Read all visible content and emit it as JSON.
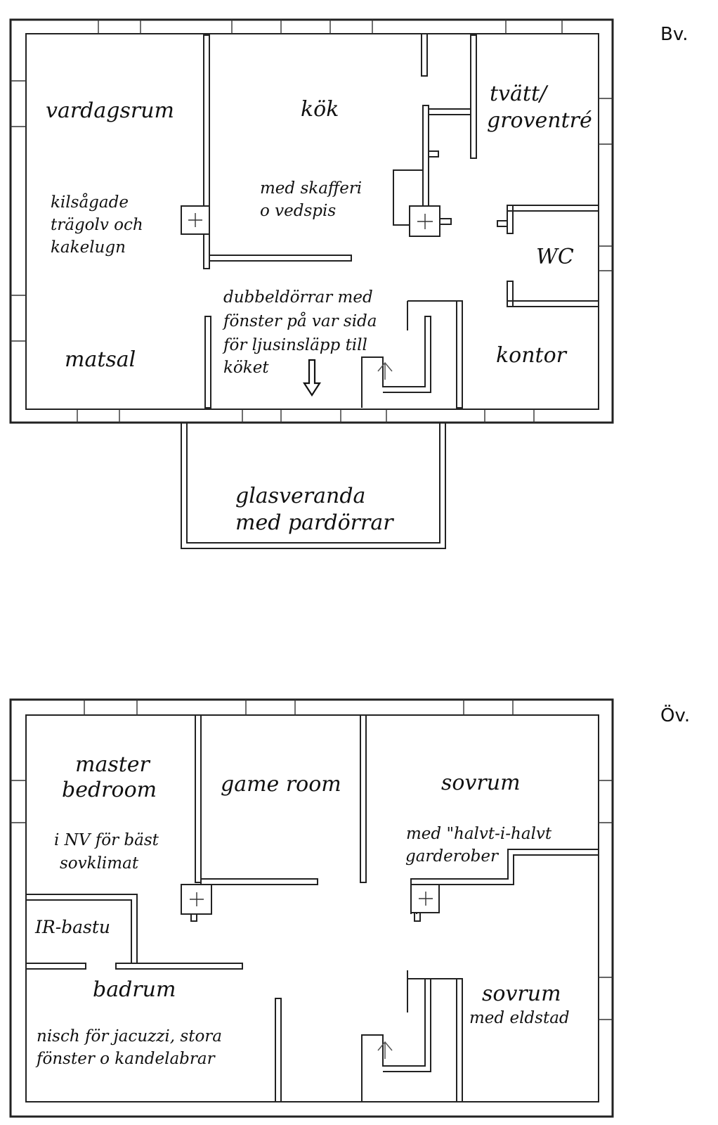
{
  "ground_floor": {
    "marker": "Bv.",
    "rooms": {
      "vardagsrum": "vardagsrum",
      "kok": "kök",
      "tvatt_line1": "tvätt/",
      "tvatt_line2": "groventré",
      "wc": "WC",
      "kontor": "kontor",
      "matsal": "matsal",
      "glasveranda_line1": "glasveranda",
      "glasveranda_line2": "med pardörrar"
    },
    "notes": {
      "living_line1": "kilsågade",
      "living_line2": "trägolv och",
      "living_line3": "kakelugn",
      "kitchen_line1": "med skafferi",
      "kitchen_line2": "o vedspis",
      "doors_line1": "dubbeldörrar med",
      "doors_line2": "fönster på var sida",
      "doors_line3": "för ljusinsläpp till",
      "doors_line4": "köket"
    }
  },
  "upper_floor": {
    "marker": "Öv.",
    "rooms": {
      "master_line1": "master",
      "master_line2": "bedroom",
      "game_room": "game room",
      "sovrum_1": "sovrum",
      "ir_bastu": "IR-bastu",
      "badrum": "badrum",
      "sovrum_2": "sovrum",
      "sovrum_2_note": "med eldstad"
    },
    "notes": {
      "master_line1": "i NV för bäst",
      "master_line2": "sovklimat",
      "sovrum_line1": "med \"halvt-i-halvt",
      "sovrum_line2": "garderober",
      "badrum_line1": "nisch för jacuzzi, stora",
      "badrum_line2": "fönster o kandelabrar"
    }
  }
}
